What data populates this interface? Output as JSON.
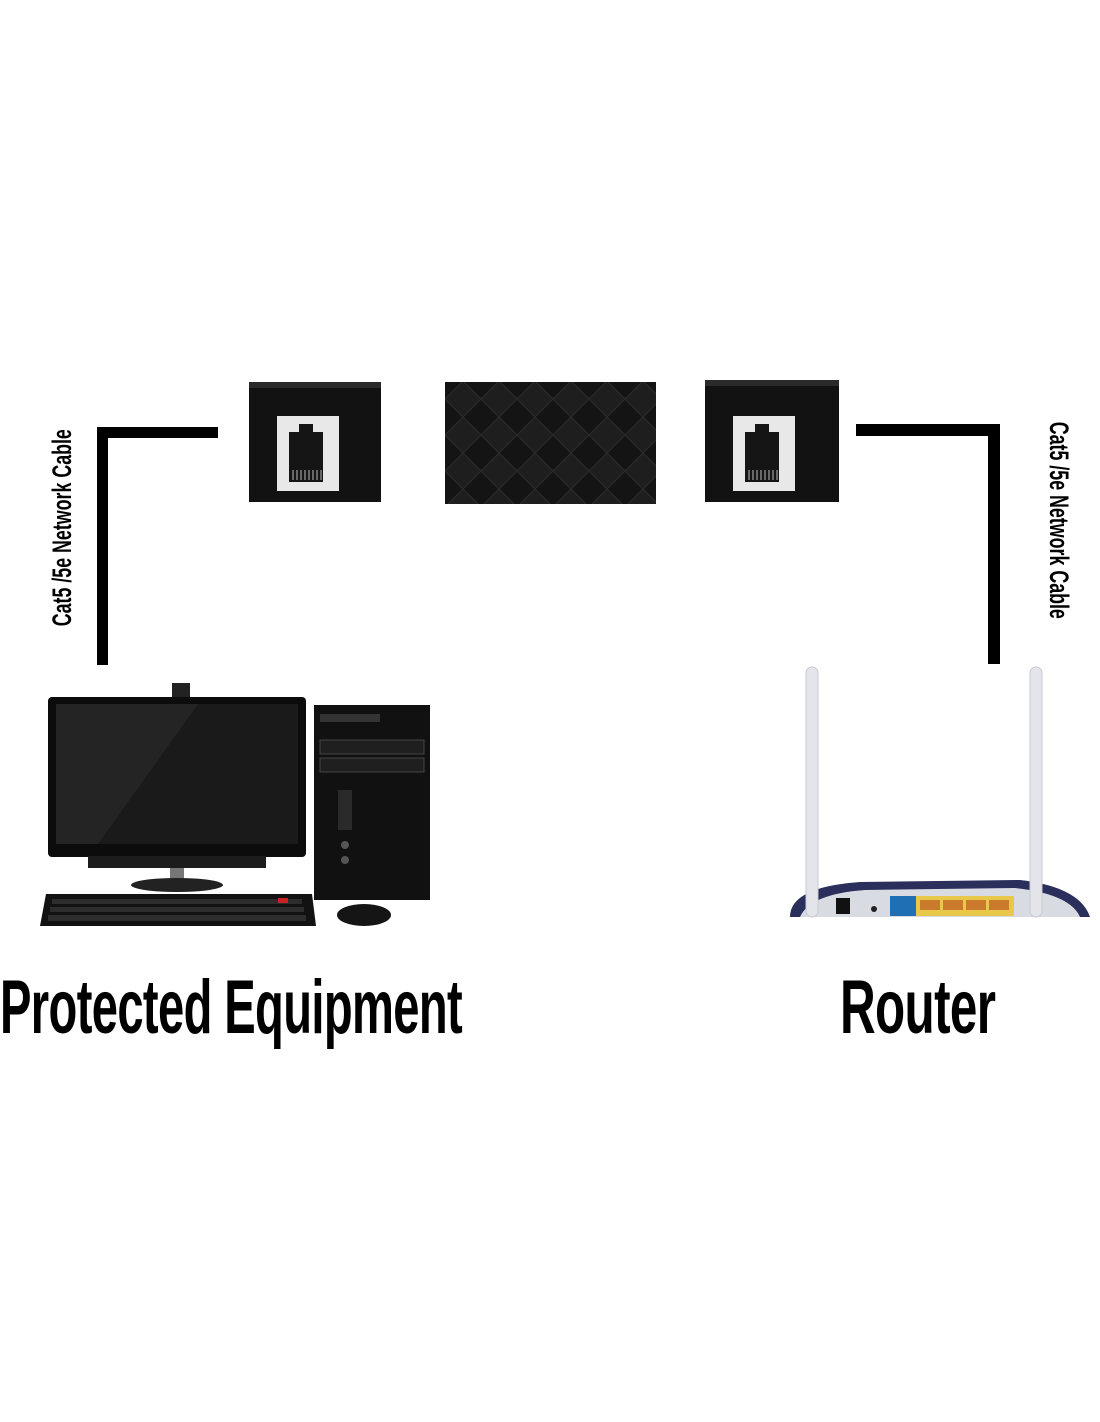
{
  "diagram": {
    "left_cable_label": "Cat5 /5e Network Cable",
    "right_cable_label": "Cat5 /5e Network Cable",
    "left_title": "Protected Equipment",
    "right_title": "Router",
    "components": [
      "rj45-module-left",
      "surge-protector",
      "rj45-module-right",
      "desktop-computer",
      "wireless-router"
    ],
    "colors": {
      "line": "#000000",
      "router_wan": "#1f6fb5",
      "router_lan": "#e8c84a"
    }
  }
}
